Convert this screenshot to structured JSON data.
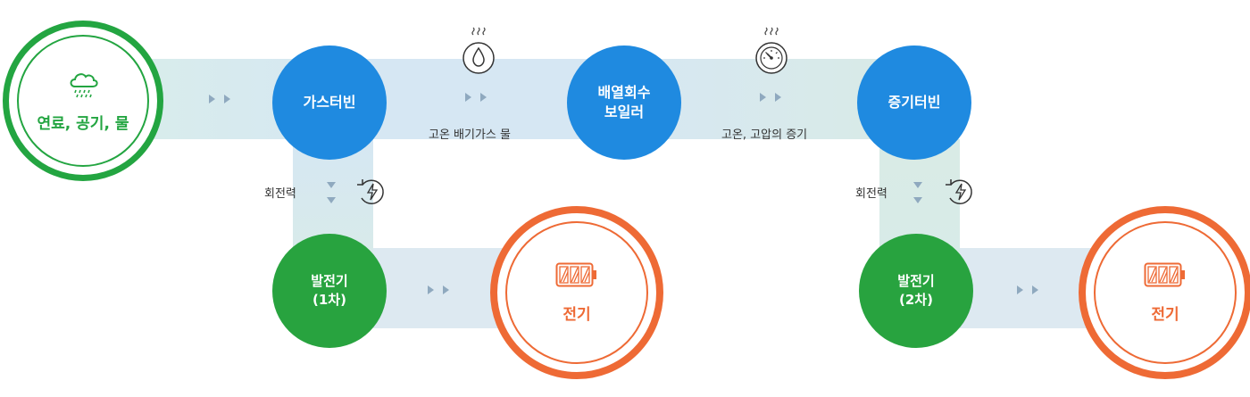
{
  "colors": {
    "blue": "#1f8ae0",
    "green": "#28a33f",
    "orange": "#ee6a35",
    "band": "#dbe9f1"
  },
  "input_node": {
    "label": "연료, 공기, 물",
    "icon": "rain-cloud-icon"
  },
  "gas_turbine": {
    "label": "가스터빈"
  },
  "hrsg": {
    "line1": "배열회수",
    "line2": "보일러"
  },
  "steam_turbine": {
    "label": "증기터빈"
  },
  "generator1": {
    "line1": "발전기",
    "line2": "(1차)"
  },
  "generator2": {
    "line1": "발전기",
    "line2": "(2차)"
  },
  "output1": {
    "label": "전기",
    "icon": "battery-icon"
  },
  "output2": {
    "label": "전기",
    "icon": "battery-icon"
  },
  "flow_labels": {
    "exhaust": "고온 배기가스 물",
    "steam": "고온, 고압의 증기",
    "rotation1": "회전력",
    "rotation2": "회전력"
  },
  "icons": {
    "water_drop": "water-drop-icon",
    "pressure_gauge": "pressure-gauge-icon",
    "rotation_power": "rotation-power-icon"
  }
}
